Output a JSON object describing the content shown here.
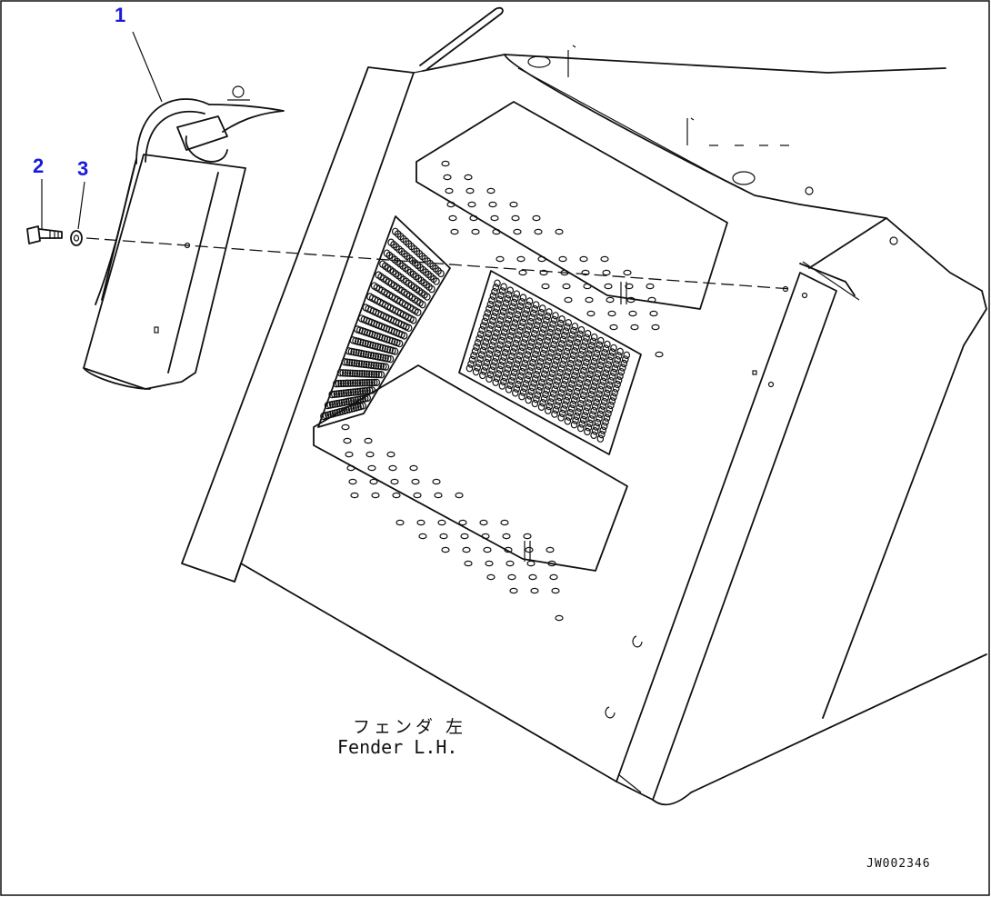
{
  "diagram": {
    "callouts": [
      {
        "id": "1",
        "label": "1"
      },
      {
        "id": "2",
        "label": "2"
      },
      {
        "id": "3",
        "label": "3"
      }
    ],
    "part_label_jp": "フェンダ 左",
    "part_label_en": "Fender L.H.",
    "drawing_code": "JW002346",
    "colors": {
      "callout": "#1a1adc",
      "line": "#111111",
      "background": "#ffffff"
    }
  }
}
